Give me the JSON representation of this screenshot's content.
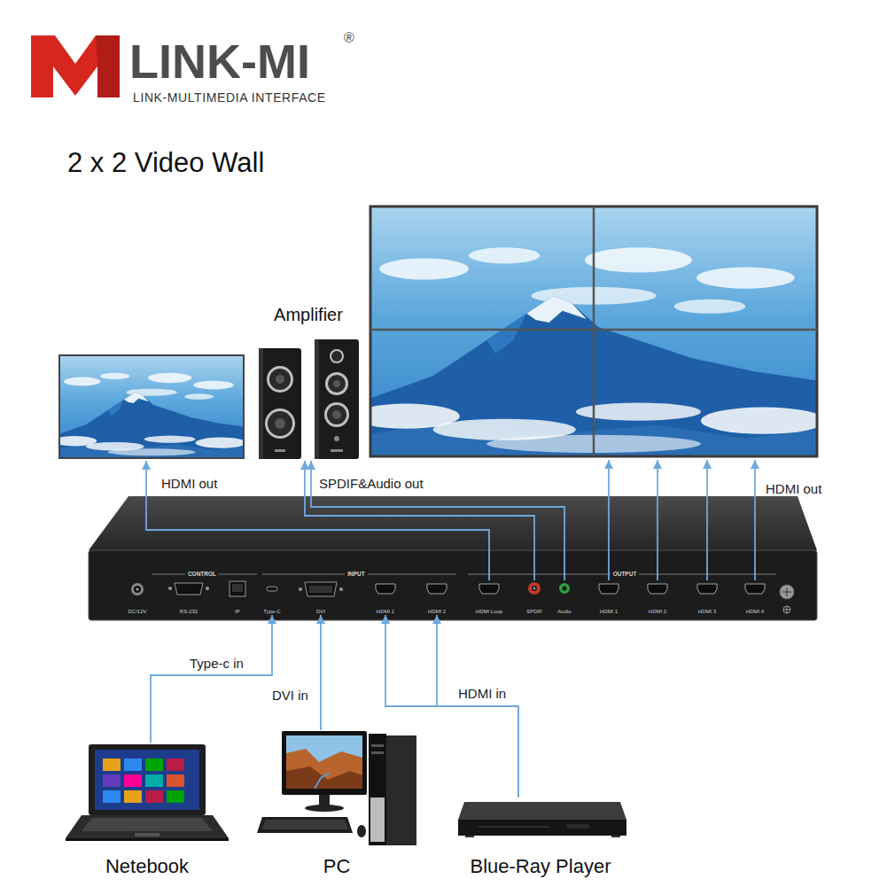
{
  "diagram": {
    "title": "2 x 2 Video Wall",
    "nodes": [
      {
        "text": [
          "Amplifier"
        ]
      },
      {
        "text": [
          "CONTROL",
          "INPUT",
          "OUTPUT"
        ]
      },
      {
        "text": [
          "DC/12V"
        ],
        "in": 1
      },
      {
        "text": [
          "RS-232"
        ],
        "in": 1
      },
      {
        "text": [
          "IP"
        ],
        "in": 1
      },
      {
        "text": [
          "Type-C"
        ],
        "in": 1
      },
      {
        "text": [
          "DVI"
        ],
        "in": 1
      },
      {
        "text": [
          "HDMI 1"
        ],
        "in": 1
      },
      {
        "text": [
          "HDMI 2"
        ],
        "in": 1
      },
      {
        "text": [
          "HDMI Loop"
        ],
        "in": 1
      },
      {
        "text": [
          "SPDIF"
        ],
        "in": 1
      },
      {
        "text": [
          "Audio"
        ],
        "in": 1
      },
      {
        "text": [
          "HDMI 1"
        ],
        "in": 1
      },
      {
        "text": [
          "HDMI 2"
        ],
        "in": 1
      },
      {
        "text": [
          "HDMI 3"
        ],
        "in": 1
      },
      {
        "text": [
          "HDMI 4"
        ],
        "in": 1
      },
      {
        "text": [
          "Netebook"
        ]
      },
      {
        "text": [
          "PC"
        ]
      },
      {
        "text": [
          "Blue-Ray Player"
        ]
      }
    ],
    "edges": [
      {
        "from": 10,
        "to": 0,
        "arrow": "to",
        "label": "SPDIF&Audio out"
      },
      {
        "from": 11,
        "to": 0,
        "arrow": "to"
      },
      {
        "from": 16,
        "to": 5,
        "arrow": "to",
        "label": "Type-c in"
      },
      {
        "from": 17,
        "to": 6,
        "arrow": "to",
        "label": "DVI in"
      },
      {
        "from": 18,
        "to": 7,
        "arrow": "to",
        "label": "HDMI in"
      },
      {
        "from": 18,
        "to": 8,
        "arrow": "to"
      }
    ],
    "labels": [
      "LINK-MI",
      "®",
      "LINK-MULTIMEDIA INTERFACE",
      "HDMI out",
      "HDMI out"
    ]
  }
}
